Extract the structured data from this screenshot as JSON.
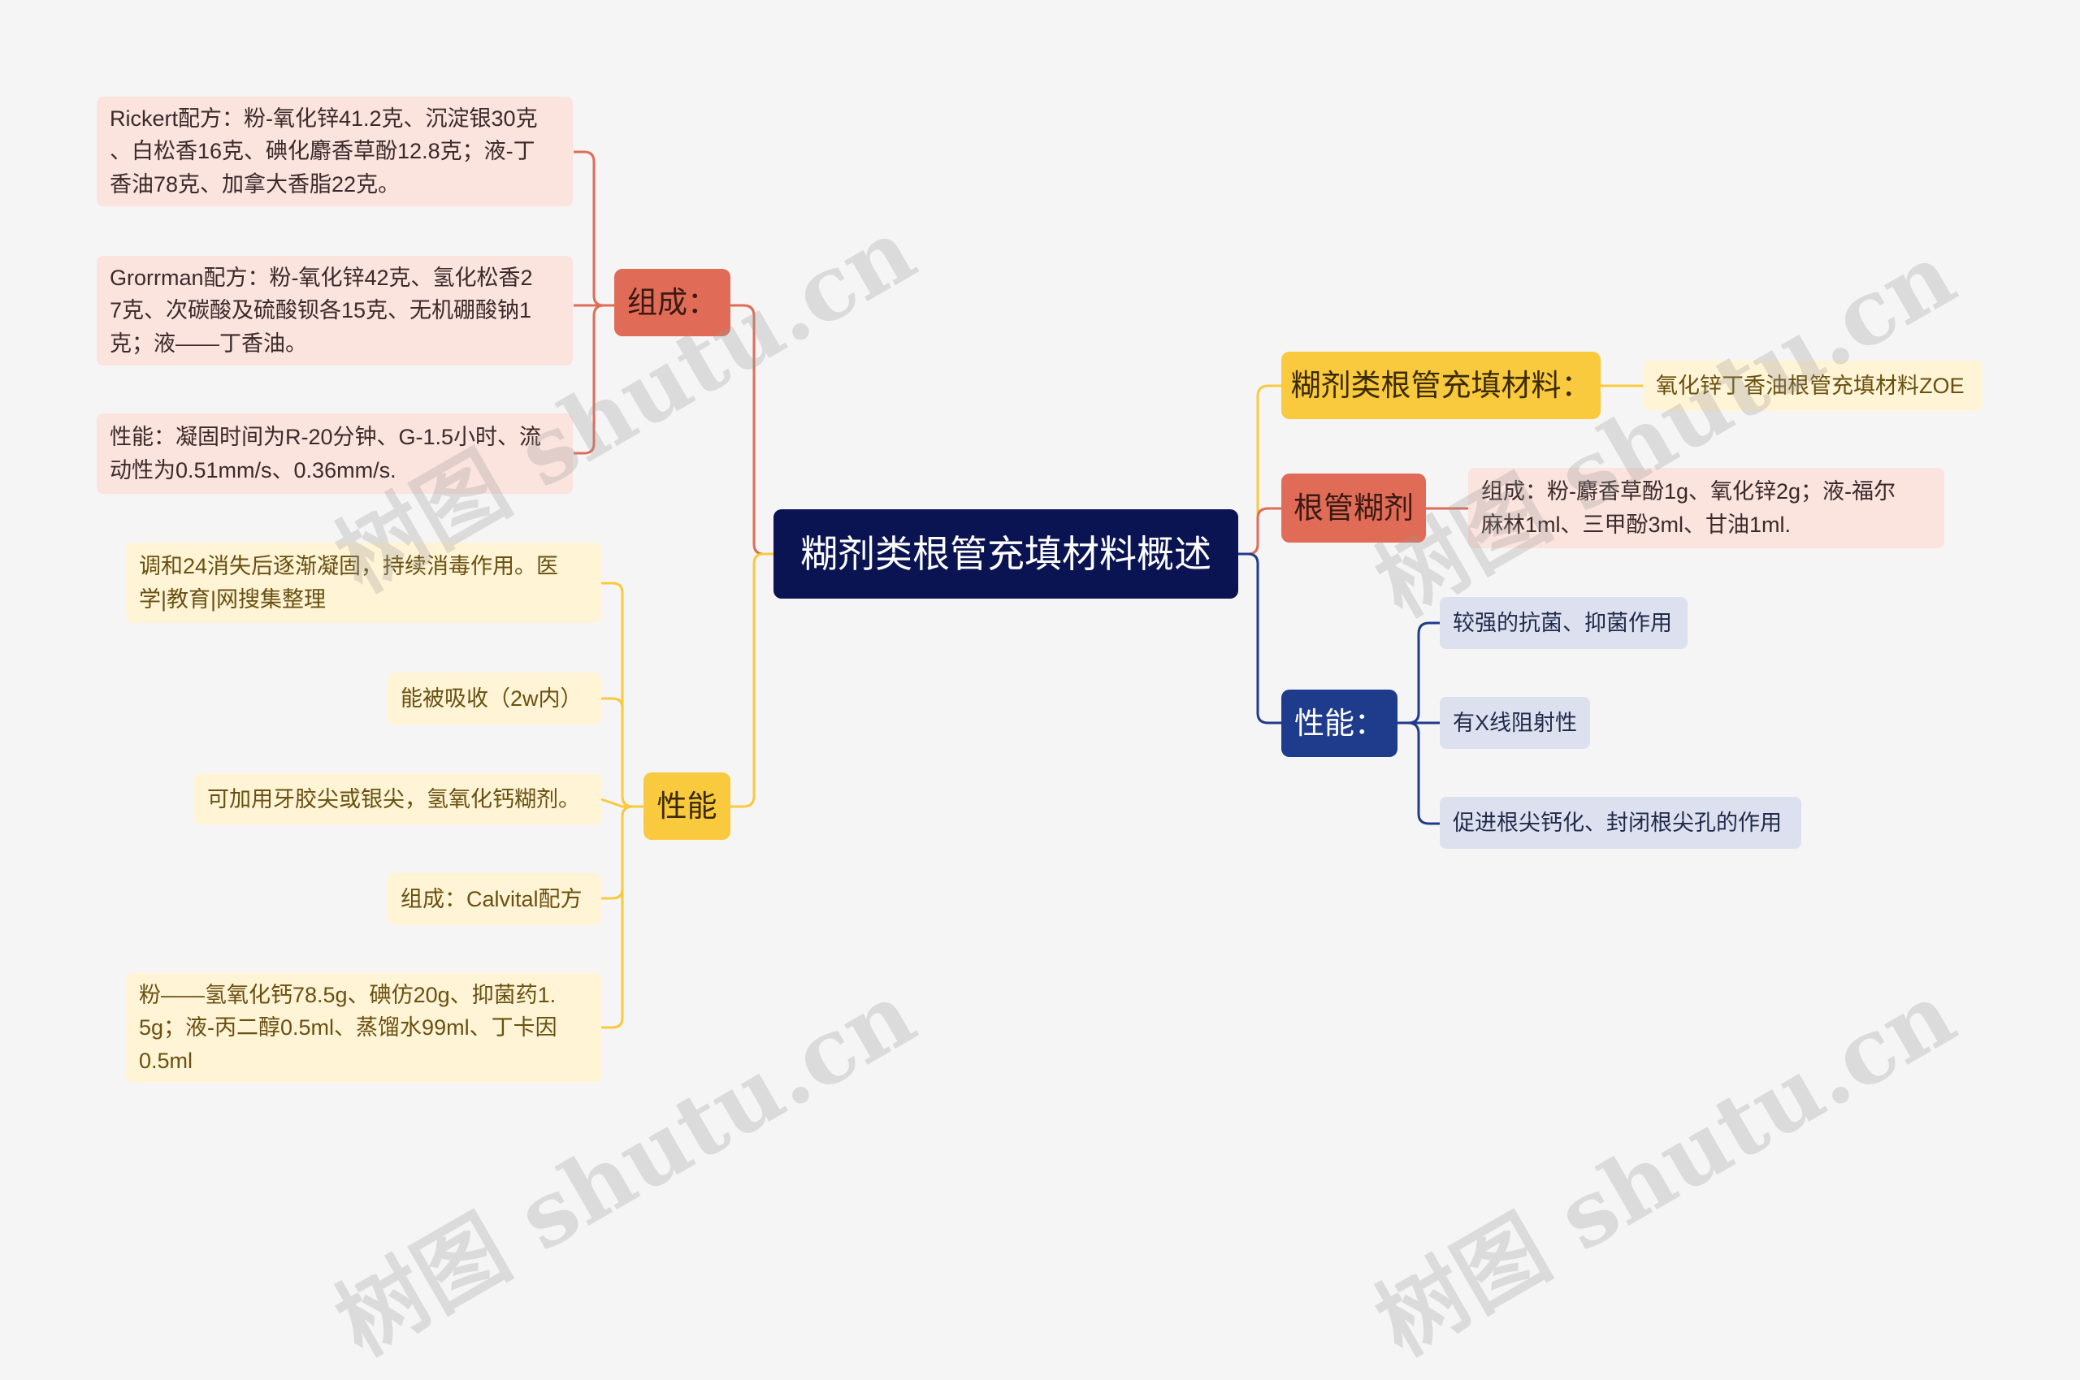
{
  "root": {
    "label": "糊剂类根管充填材料概述"
  },
  "left": {
    "composition": {
      "label": "组成：",
      "items": [
        {
          "lines": [
            "Rickert配方：粉-氧化锌41.2克、沉淀银30克",
            "、白松香16克、碘化麝香草酚12.8克；液-丁",
            "香油78克、加拿大香脂22克。"
          ]
        },
        {
          "lines": [
            "Grorrman配方：粉-氧化锌42克、氢化松香2",
            "7克、次碳酸及硫酸钡各15克、无机硼酸钠1",
            "克；液——丁香油。"
          ]
        },
        {
          "lines": [
            "性能：凝固时间为R-20分钟、G-1.5小时、流",
            "动性为0.51mm/s、0.36mm/s."
          ]
        }
      ]
    },
    "performance": {
      "label": "性能",
      "items": [
        {
          "lines": [
            "调和24消失后逐渐凝固，持续消毒作用。医",
            "学|教育|网搜集整理"
          ]
        },
        {
          "lines": [
            "能被吸收（2w内）"
          ]
        },
        {
          "lines": [
            "可加用牙胶尖或银尖，氢氧化钙糊剂。"
          ]
        },
        {
          "lines": [
            "组成：Calvital配方"
          ]
        },
        {
          "lines": [
            "粉——氢氧化钙78.5g、碘仿20g、抑菌药1.",
            "5g；液-丙二醇0.5ml、蒸馏水99ml、丁卡因",
            "0.5ml"
          ]
        }
      ]
    }
  },
  "right": {
    "material": {
      "label": "糊剂类根管充填材料：",
      "items": [
        {
          "lines": [
            "氧化锌丁香油根管充填材料ZOE"
          ]
        }
      ]
    },
    "paste": {
      "label": "根管糊剂",
      "items": [
        {
          "lines": [
            "组成：粉-麝香草酚1g、氧化锌2g；液-福尔",
            "麻林1ml、三甲酚3ml、甘油1ml."
          ]
        }
      ]
    },
    "performance": {
      "label": "性能：",
      "items": [
        {
          "lines": [
            "较强的抗菌、抑菌作用"
          ]
        },
        {
          "lines": [
            "有X线阻射性"
          ]
        },
        {
          "lines": [
            "促进根尖钙化、封闭根尖孔的作用"
          ]
        }
      ]
    }
  },
  "watermark": {
    "text": "树图 shutu.cn"
  },
  "colors": {
    "red": "#e06c57",
    "gold": "#f9c93e",
    "navy": "#1f3b8c",
    "root": "#0b1452",
    "pink": "#fbe3de",
    "cream": "#fff4d6",
    "lavender": "#dde1ef"
  }
}
